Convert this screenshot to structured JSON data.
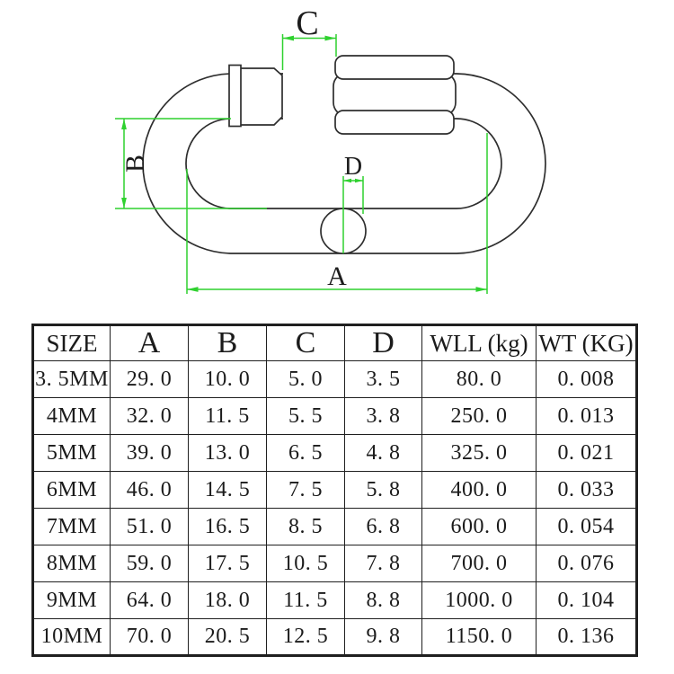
{
  "diagram": {
    "dimension_labels": {
      "a": "A",
      "b": "B",
      "c": "C",
      "d": "D"
    },
    "colors": {
      "dimension_green": "#2fd12f",
      "drawing_black": "#2e2e2e"
    }
  },
  "table": {
    "columns": [
      "SIZE",
      "A",
      "B",
      "C",
      "D",
      "WLL (kg)",
      "WT (KG)"
    ],
    "rows": [
      [
        "3. 5MM",
        "29. 0",
        "10. 0",
        "5. 0",
        "3. 5",
        "80. 0",
        "0. 008"
      ],
      [
        "4MM",
        "32. 0",
        "11. 5",
        "5. 5",
        "3. 8",
        "250. 0",
        "0. 013"
      ],
      [
        "5MM",
        "39. 0",
        "13. 0",
        "6. 5",
        "4. 8",
        "325. 0",
        "0. 021"
      ],
      [
        "6MM",
        "46. 0",
        "14. 5",
        "7. 5",
        "5. 8",
        "400. 0",
        "0. 033"
      ],
      [
        "7MM",
        "51. 0",
        "16. 5",
        "8. 5",
        "6. 8",
        "600. 0",
        "0. 054"
      ],
      [
        "8MM",
        "59. 0",
        "17. 5",
        "10. 5",
        "7. 8",
        "700. 0",
        "0. 076"
      ],
      [
        "9MM",
        "64. 0",
        "18. 0",
        "11. 5",
        "8. 8",
        "1000. 0",
        "0. 104"
      ],
      [
        "10MM",
        "70. 0",
        "20. 5",
        "12. 5",
        "9. 8",
        "1150. 0",
        "0. 136"
      ]
    ]
  }
}
